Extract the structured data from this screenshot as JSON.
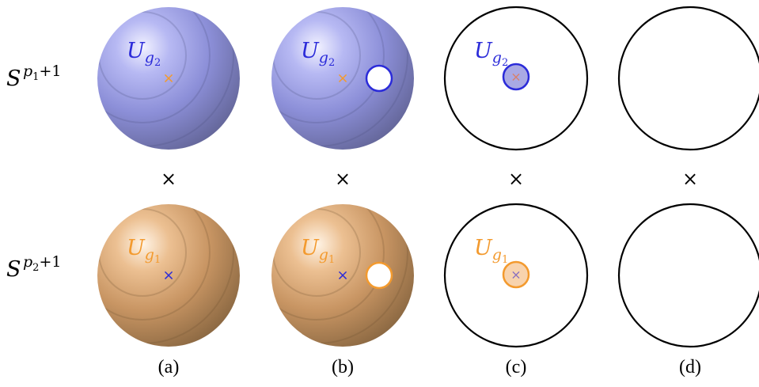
{
  "row_labels": {
    "top": {
      "base": "S",
      "sup_var": "p",
      "sup_sub": "1",
      "sup_tail": "+1"
    },
    "bottom": {
      "base": "S",
      "sup_var": "p",
      "sup_sub": "2",
      "sup_tail": "+1"
    }
  },
  "region_labels": {
    "top": {
      "base": "U",
      "sub_var": "g",
      "sub_sub": "2"
    },
    "bottom": {
      "base": "U",
      "sub_var": "g",
      "sub_sub": "1"
    }
  },
  "times_symbol": "×",
  "point_marker": "×",
  "captions": [
    "(a)",
    "(b)",
    "(c)",
    "(d)"
  ],
  "colors": {
    "blue": "#2b2bd9",
    "orange": "#f39a2e",
    "sphere_blue": "#7c80c9",
    "sphere_orange": "#c8925a",
    "outline": "#000000"
  }
}
